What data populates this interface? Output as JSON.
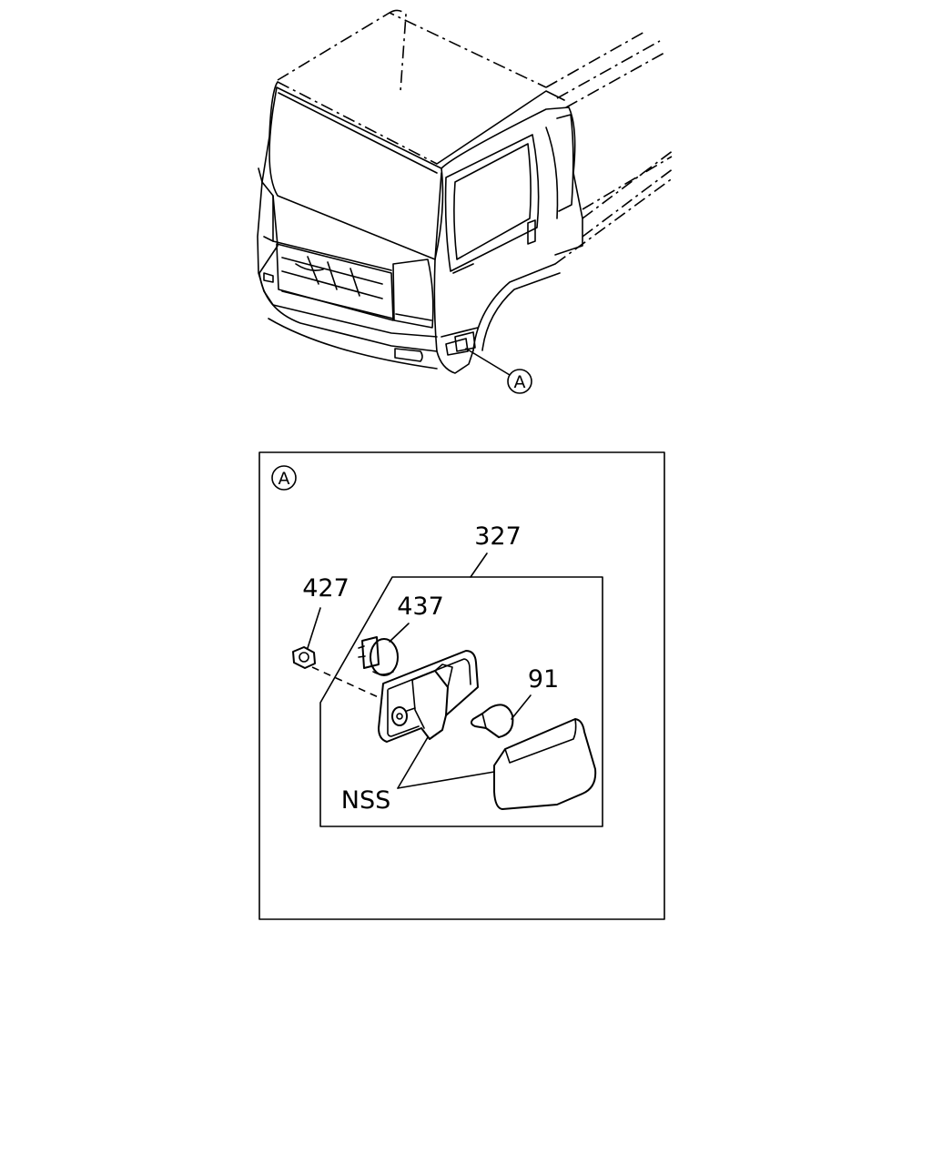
{
  "callout_a": "A",
  "detail": {
    "view_label": "A",
    "parts": {
      "assembly": "327",
      "nut": "427",
      "socket": "437",
      "bulb": "91",
      "not_serviced": "NSS"
    }
  }
}
